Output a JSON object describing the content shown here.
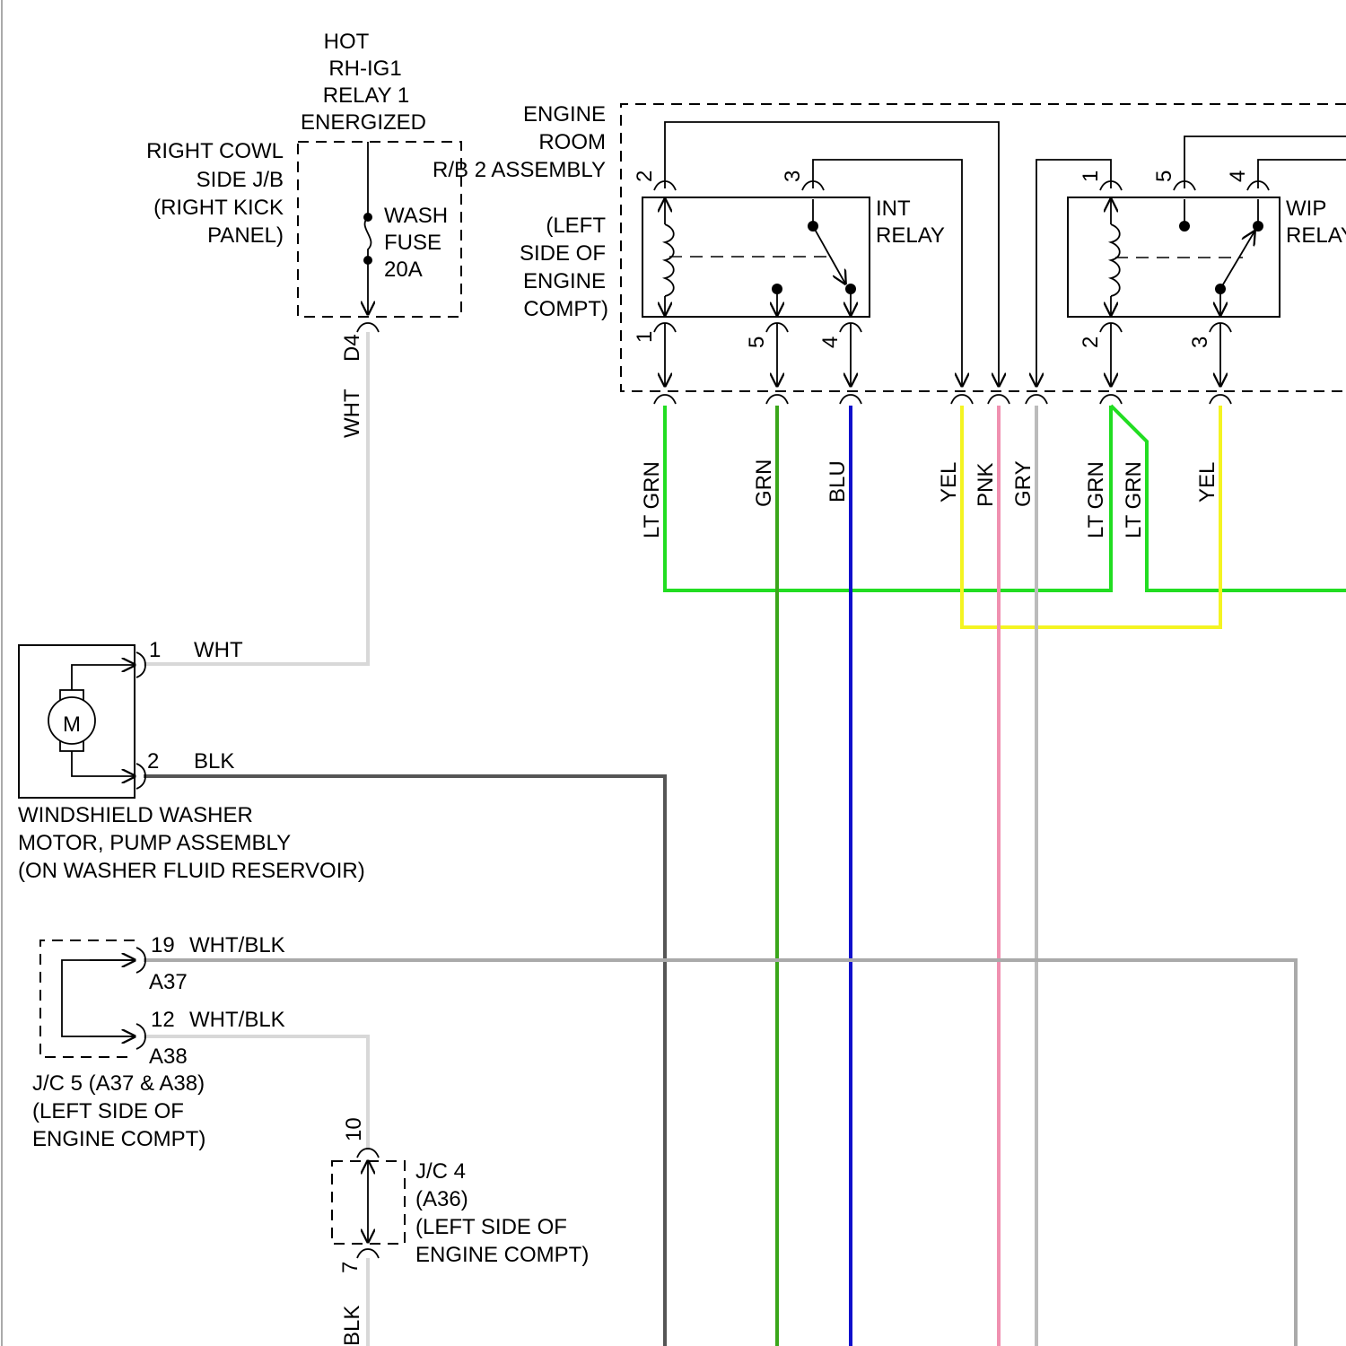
{
  "colors": {
    "wht": "#d8d8d8",
    "blk": "#555555",
    "ltgrn": "#22dd22",
    "grn": "#3aa61a",
    "blu": "#1010cc",
    "yel": "#f4f422",
    "pnk": "#f090b0",
    "gry": "#bbbbbb",
    "whtblk": "#aaaaaa"
  },
  "hot_label": [
    "HOT",
    "RH-IG1",
    "RELAY 1",
    "ENERGIZED"
  ],
  "jb": {
    "name": [
      "RIGHT COWL",
      "SIDE J/B",
      "(RIGHT KICK",
      "PANEL)"
    ],
    "fuse": [
      "WASH",
      "FUSE",
      "20A"
    ],
    "connector": "D4",
    "wire": "WHT"
  },
  "engine_room": {
    "name": [
      "ENGINE",
      "ROOM",
      "R/B 2 ASSEMBLY",
      "(LEFT",
      "SIDE OF",
      "ENGINE",
      "COMPT)"
    ],
    "int_relay": {
      "label": [
        "INT",
        "RELAY"
      ],
      "pins_top": [
        "2",
        "3"
      ],
      "pins_bottom": [
        "1",
        "5",
        "4"
      ]
    },
    "wip_relay": {
      "label": [
        "WIP",
        "RELAY"
      ],
      "pins_top": [
        "1",
        "5",
        "4"
      ],
      "pins_bottom": [
        "2",
        "3"
      ]
    }
  },
  "wire_labels": [
    "LT GRN",
    "GRN",
    "BLU",
    "YEL",
    "PNK",
    "GRY",
    "LT GRN",
    "LT GRN",
    "YEL"
  ],
  "washer_motor": {
    "symbol": "M",
    "pin1": "1",
    "pin1_wire": "WHT",
    "pin2": "2",
    "pin2_wire": "BLK",
    "name": [
      "WINDSHIELD WASHER",
      "MOTOR, PUMP ASSEMBLY",
      "(ON WASHER FLUID RESERVOIR)"
    ]
  },
  "jc5": {
    "pin_a": "19",
    "wire_a": "WHT/BLK",
    "conn_a": "A37",
    "pin_b": "12",
    "wire_b": "WHT/BLK",
    "conn_b": "A38",
    "name": [
      "J/C 5 (A37 & A38)",
      "(LEFT SIDE OF",
      "ENGINE COMPT)"
    ]
  },
  "jc4": {
    "pin_top": "10",
    "pin_bottom": "7",
    "name": [
      "J/C 4",
      "(A36)",
      "(LEFT SIDE OF",
      "ENGINE COMPT)"
    ],
    "wire": "BLK"
  }
}
